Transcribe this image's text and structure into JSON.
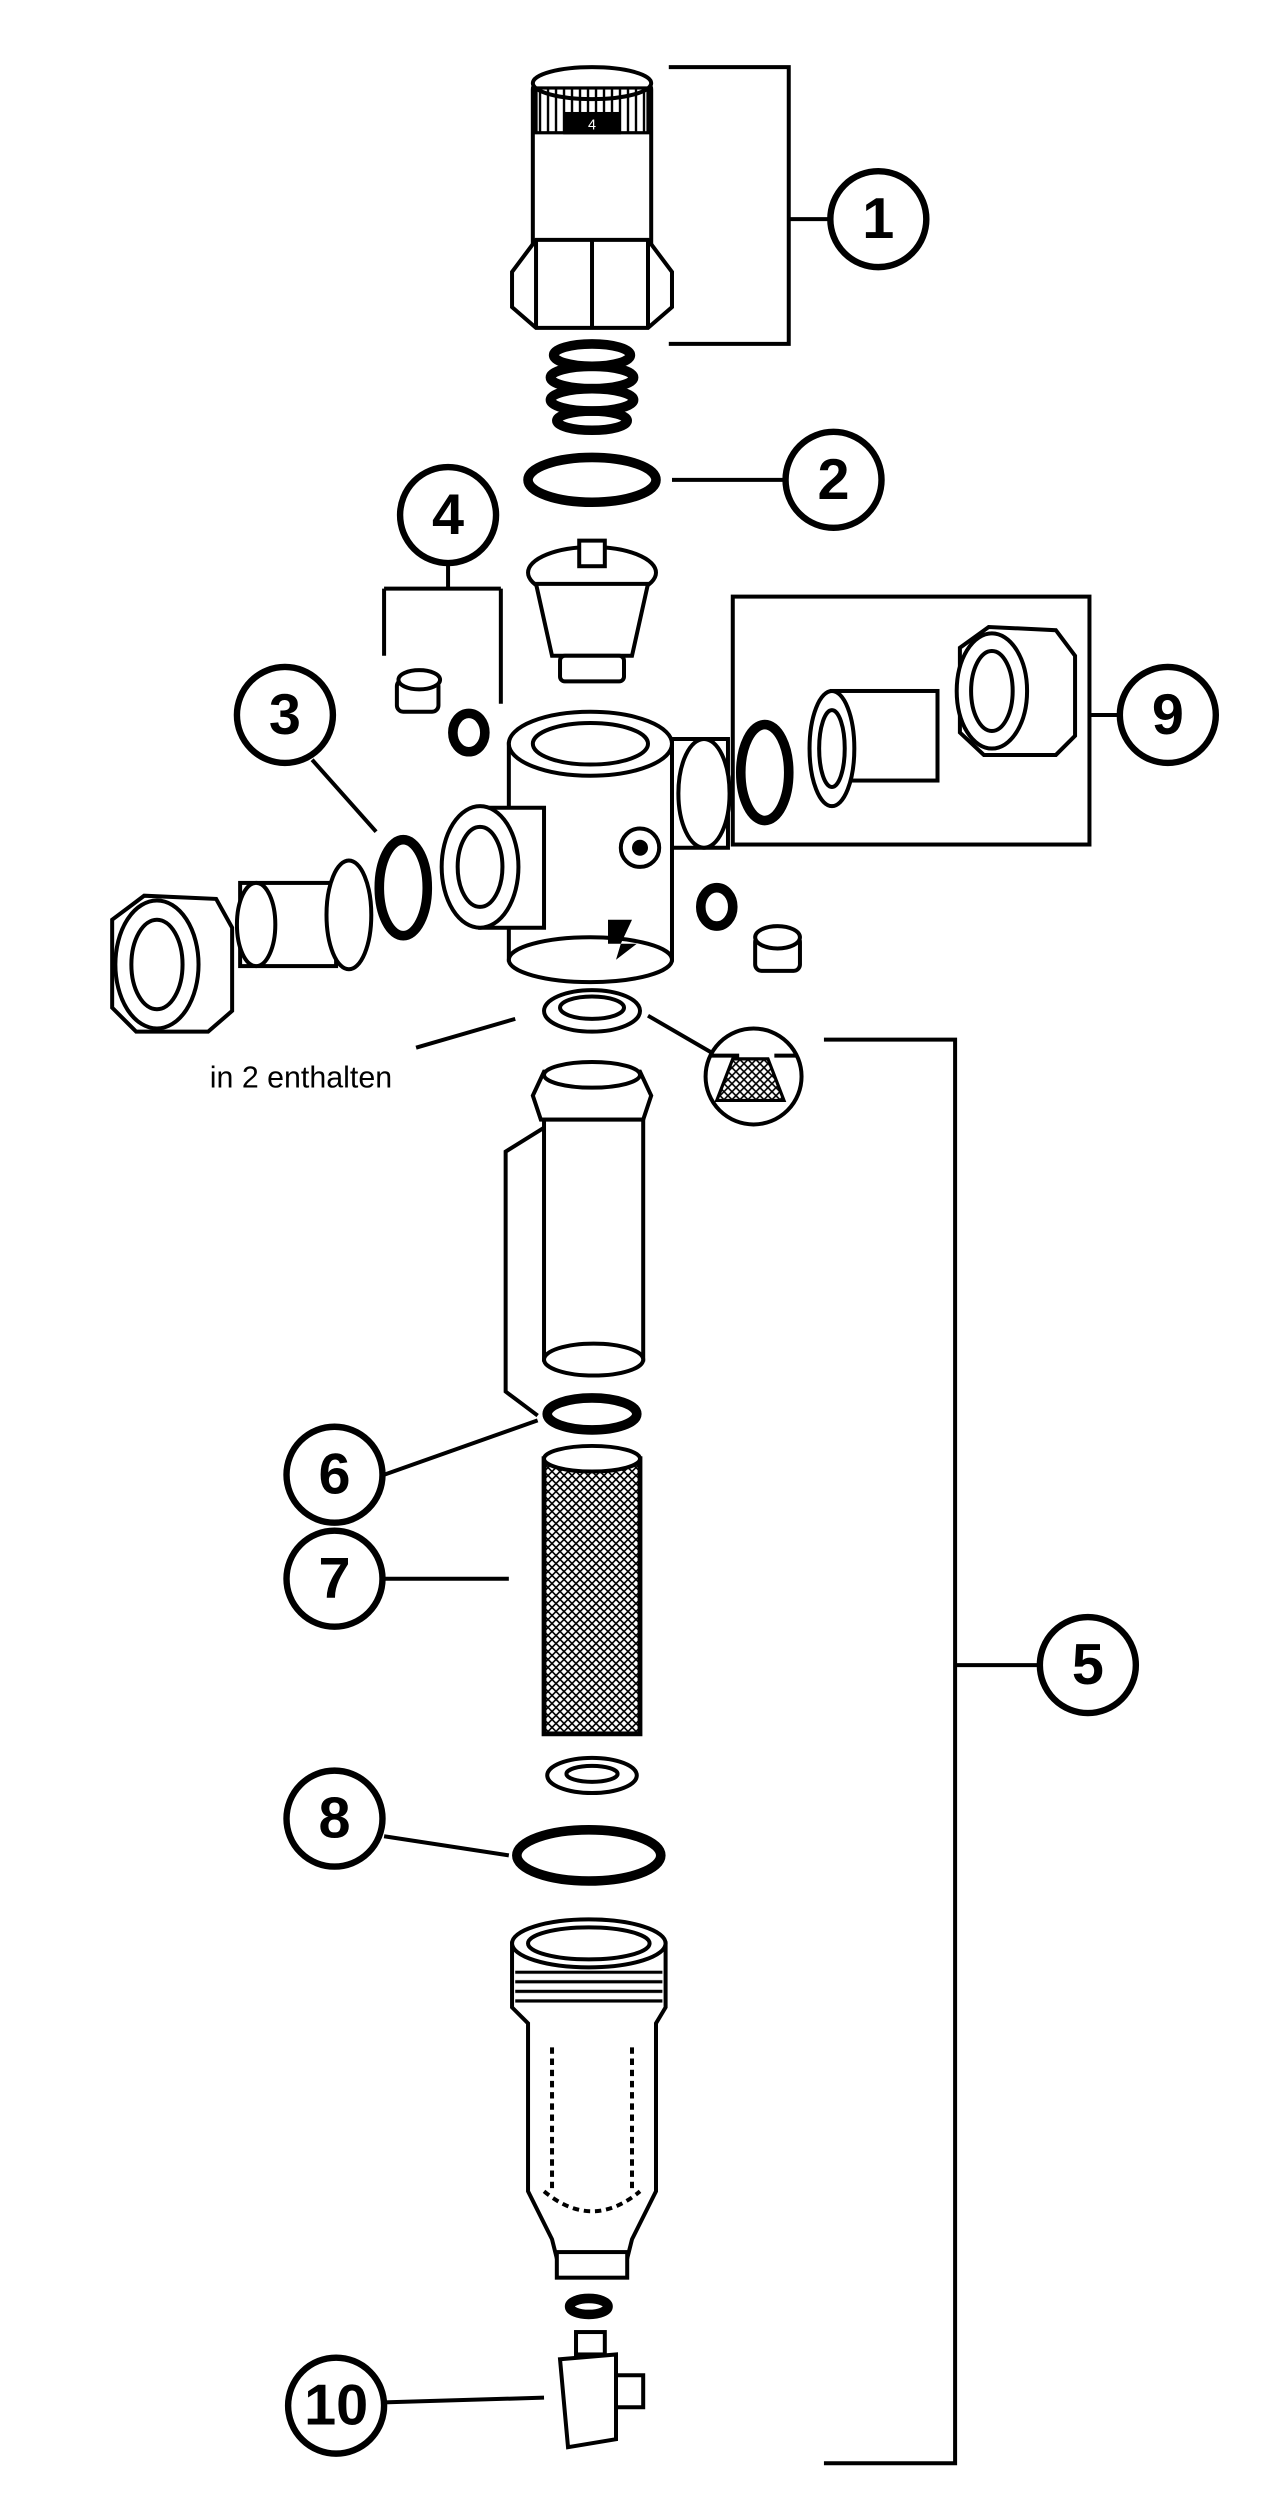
{
  "diagram": {
    "callouts": [
      {
        "id": "1",
        "label": "1"
      },
      {
        "id": "2",
        "label": "2"
      },
      {
        "id": "3",
        "label": "3"
      },
      {
        "id": "4",
        "label": "4"
      },
      {
        "id": "5",
        "label": "5"
      },
      {
        "id": "6",
        "label": "6"
      },
      {
        "id": "7",
        "label": "7"
      },
      {
        "id": "8",
        "label": "8"
      },
      {
        "id": "9",
        "label": "9"
      },
      {
        "id": "10",
        "label": "10"
      }
    ],
    "note": "in 2 enthalten",
    "knob_setting": "4",
    "colors": {
      "line": "#000000",
      "background": "#ffffff"
    }
  }
}
